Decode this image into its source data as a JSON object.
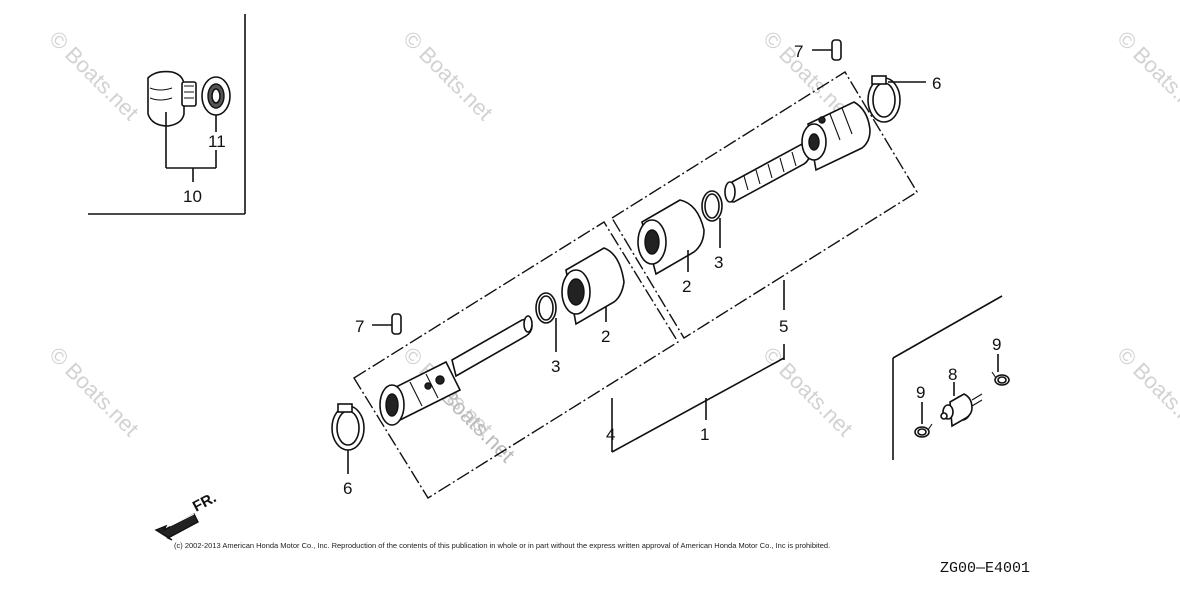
{
  "callouts": {
    "c1": "1",
    "c2a": "2",
    "c2b": "2",
    "c3a": "3",
    "c3b": "3",
    "c4": "4",
    "c5": "5",
    "c6a": "6",
    "c6b": "6",
    "c7a": "7",
    "c7b": "7",
    "c8": "8",
    "c9a": "9",
    "c9b": "9",
    "c10": "10",
    "c11": "11"
  },
  "direction_label": "FR.",
  "copyright": "(c) 2002-2013 American Honda Motor Co., Inc. Reproduction of the contents of this publication in whole or in part without the express written approval of American Honda Motor Co., Inc is prohibited.",
  "diagram_code": "ZG00—E4001",
  "watermarks": [
    "© Boats.net",
    "© Boats.net",
    "© Boats.net",
    "© Boats.net",
    "© Boats.net",
    "© Boats.net",
    "© Boats.net",
    "© Boats.net",
    "Boats.net"
  ]
}
